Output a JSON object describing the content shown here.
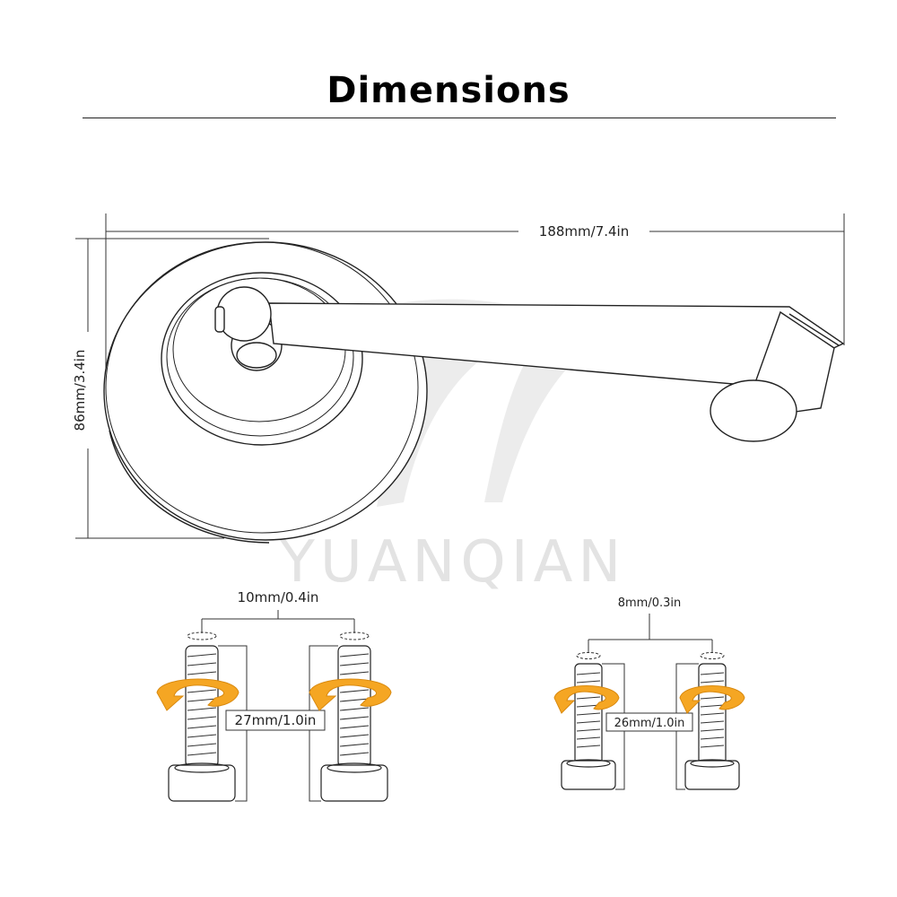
{
  "header": {
    "title": "Dimensions"
  },
  "watermark": {
    "text": "YUANQIAN"
  },
  "mirror": {
    "width_label": "188mm/7.4in",
    "height_label": "86mm/3.4in"
  },
  "bolt_left": {
    "width_label": "10mm/0.4in",
    "length_label": "27mm/1.0in",
    "arrow_color": "#f5a623"
  },
  "bolt_right": {
    "width_label": "8mm/0.3in",
    "length_label": "26mm/1.0in",
    "arrow_color": "#f5a623"
  }
}
